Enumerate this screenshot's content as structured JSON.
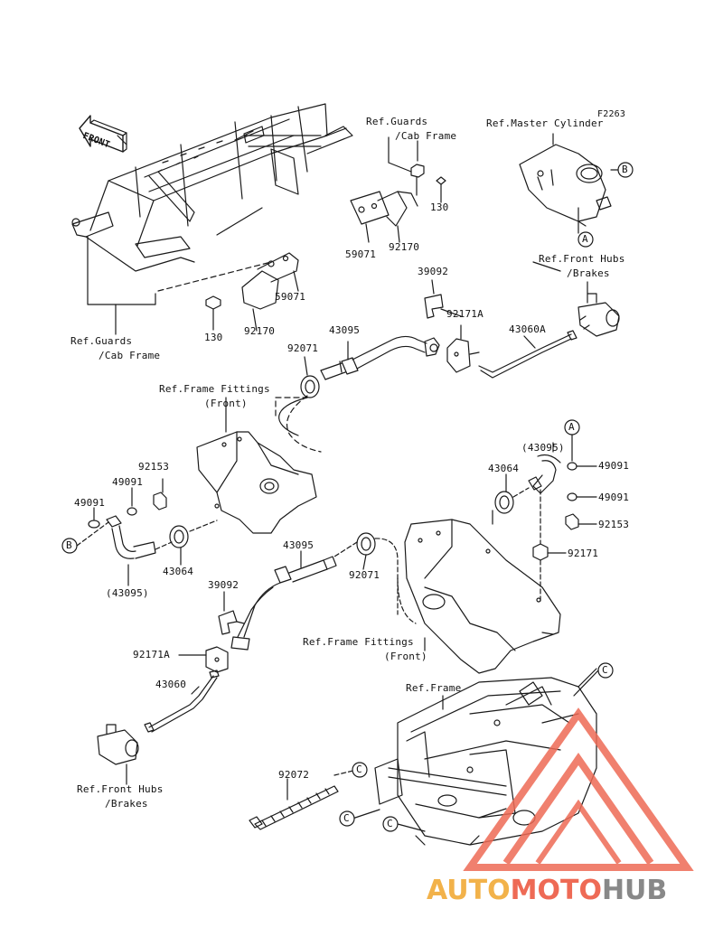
{
  "figure_code": "F2263",
  "front_arrow_label": "FRONT",
  "labels": {
    "ref_guards_cab_top_1": "Ref.Guards",
    "ref_guards_cab_top_2": "/Cab Frame",
    "ref_master_cyl": "Ref.Master Cylinder",
    "ref_front_hubs_top_1": "Ref.Front Hubs",
    "ref_front_hubs_top_2": "/Brakes",
    "ref_guards_cab_left_1": "Ref.Guards",
    "ref_guards_cab_left_2": "/Cab Frame",
    "ref_frame_fittings_top_1": "Ref.Frame Fittings",
    "ref_frame_fittings_top_2": "(Front)",
    "ref_frame_fittings_mid_1": "Ref.Frame Fittings",
    "ref_frame_fittings_mid_2": "(Front)",
    "ref_frame": "Ref.Frame",
    "ref_front_hubs_bot_1": "Ref.Front Hubs",
    "ref_front_hubs_bot_2": "/Brakes"
  },
  "parts": {
    "p130_top": "130",
    "p59071_top": "59071",
    "p92170_top": "92170",
    "p39092_top": "39092",
    "p92171A_top": "92171A",
    "p43060A": "43060A",
    "p59071_left": "59071",
    "p92170_left": "92170",
    "p130_left": "130",
    "p92071_top": "92071",
    "p43095_top": "43095",
    "p92153_left": "92153",
    "p49091_left_a": "49091",
    "p49091_left_b": "49091",
    "p43064_left": "43064",
    "p43095_left_paren": "(43095)",
    "p43095_right_paren": "(43095)",
    "p43064_right": "43064",
    "p49091_right_a": "49091",
    "p49091_right_b": "49091",
    "p92153_right": "92153",
    "p92171_right": "92171",
    "p43095_mid": "43095",
    "p92071_mid": "92071",
    "p39092_bot": "39092",
    "p92171A_bot": "92171A",
    "p43060": "43060",
    "p92072": "92072"
  },
  "callouts": {
    "a": "A",
    "b": "B",
    "c": "C"
  },
  "watermark": {
    "part1": "AUTO",
    "part2": "MOTO",
    "part3": "HUB"
  },
  "colors": {
    "line": "#1a1a1a",
    "watermark_orange": "#f2b24a",
    "watermark_red": "#ee6a55",
    "watermark_gray": "#888888"
  }
}
